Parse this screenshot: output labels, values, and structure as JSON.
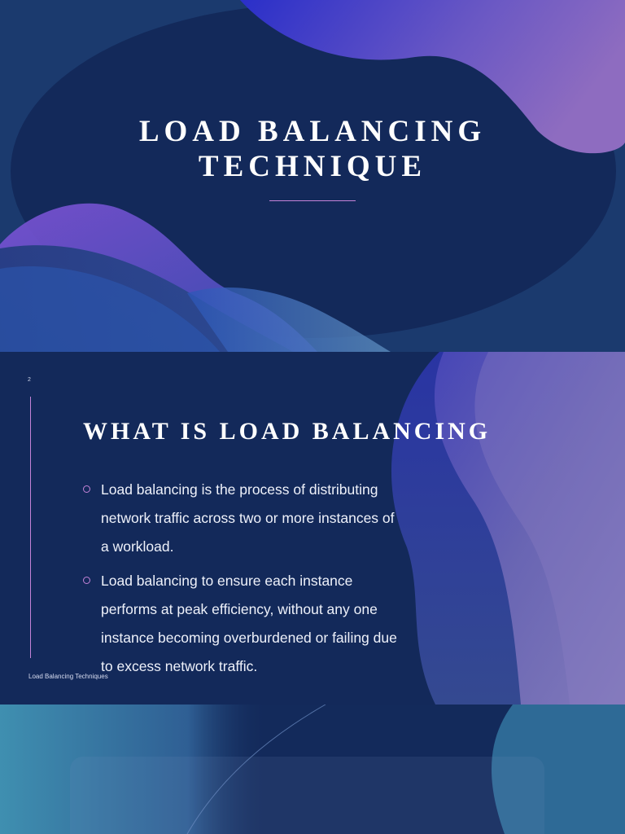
{
  "slides": [
    {
      "title_lines": [
        "LOAD BALANCING",
        "TECHNIQUE"
      ]
    },
    {
      "number": "2",
      "heading": "WHAT IS LOAD BALANCING",
      "bullets": [
        "Load balancing is the process of distributing network traffic across two or more instances of a workload.",
        "Load balancing to ensure each instance performs at peak efficiency, without any one instance becoming overburdened or failing due to excess network traffic."
      ],
      "footer": "Load Balancing Techniques"
    },
    {}
  ],
  "colors": {
    "background": "#13295a",
    "accent": "#c583d8",
    "wave_purple": "#6a58c4",
    "wave_teal": "#3f8fb0"
  }
}
